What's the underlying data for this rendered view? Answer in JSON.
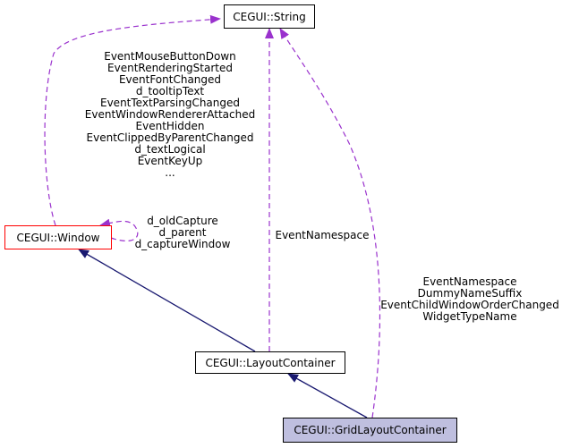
{
  "nodes": {
    "string": "CEGUI::String",
    "window": "CEGUI::Window",
    "layout_container": "CEGUI::LayoutContainer",
    "grid_layout_container": "CEGUI::GridLayoutContainer"
  },
  "edges": {
    "window_to_string": [
      "EventMouseButtonDown",
      "EventRenderingStarted",
      "EventFontChanged",
      "d_tooltipText",
      "EventTextParsingChanged",
      "EventWindowRendererAttached",
      "EventHidden",
      "EventClippedByParentChanged",
      "d_textLogical",
      "EventKeyUp",
      "..."
    ],
    "window_self": [
      "d_oldCapture",
      "d_parent",
      "d_captureWindow"
    ],
    "layout_to_string": [
      "EventNamespace"
    ],
    "grid_to_string": [
      "EventNamespace",
      "DummyNameSuffix",
      "EventChildWindowOrderChanged",
      "WidgetTypeName"
    ]
  },
  "colors": {
    "usage_edge": "#9a32cd",
    "inheritance_edge": "#191970",
    "highlight_border": "#ff0000",
    "focus_fill": "#bfbfdf"
  }
}
